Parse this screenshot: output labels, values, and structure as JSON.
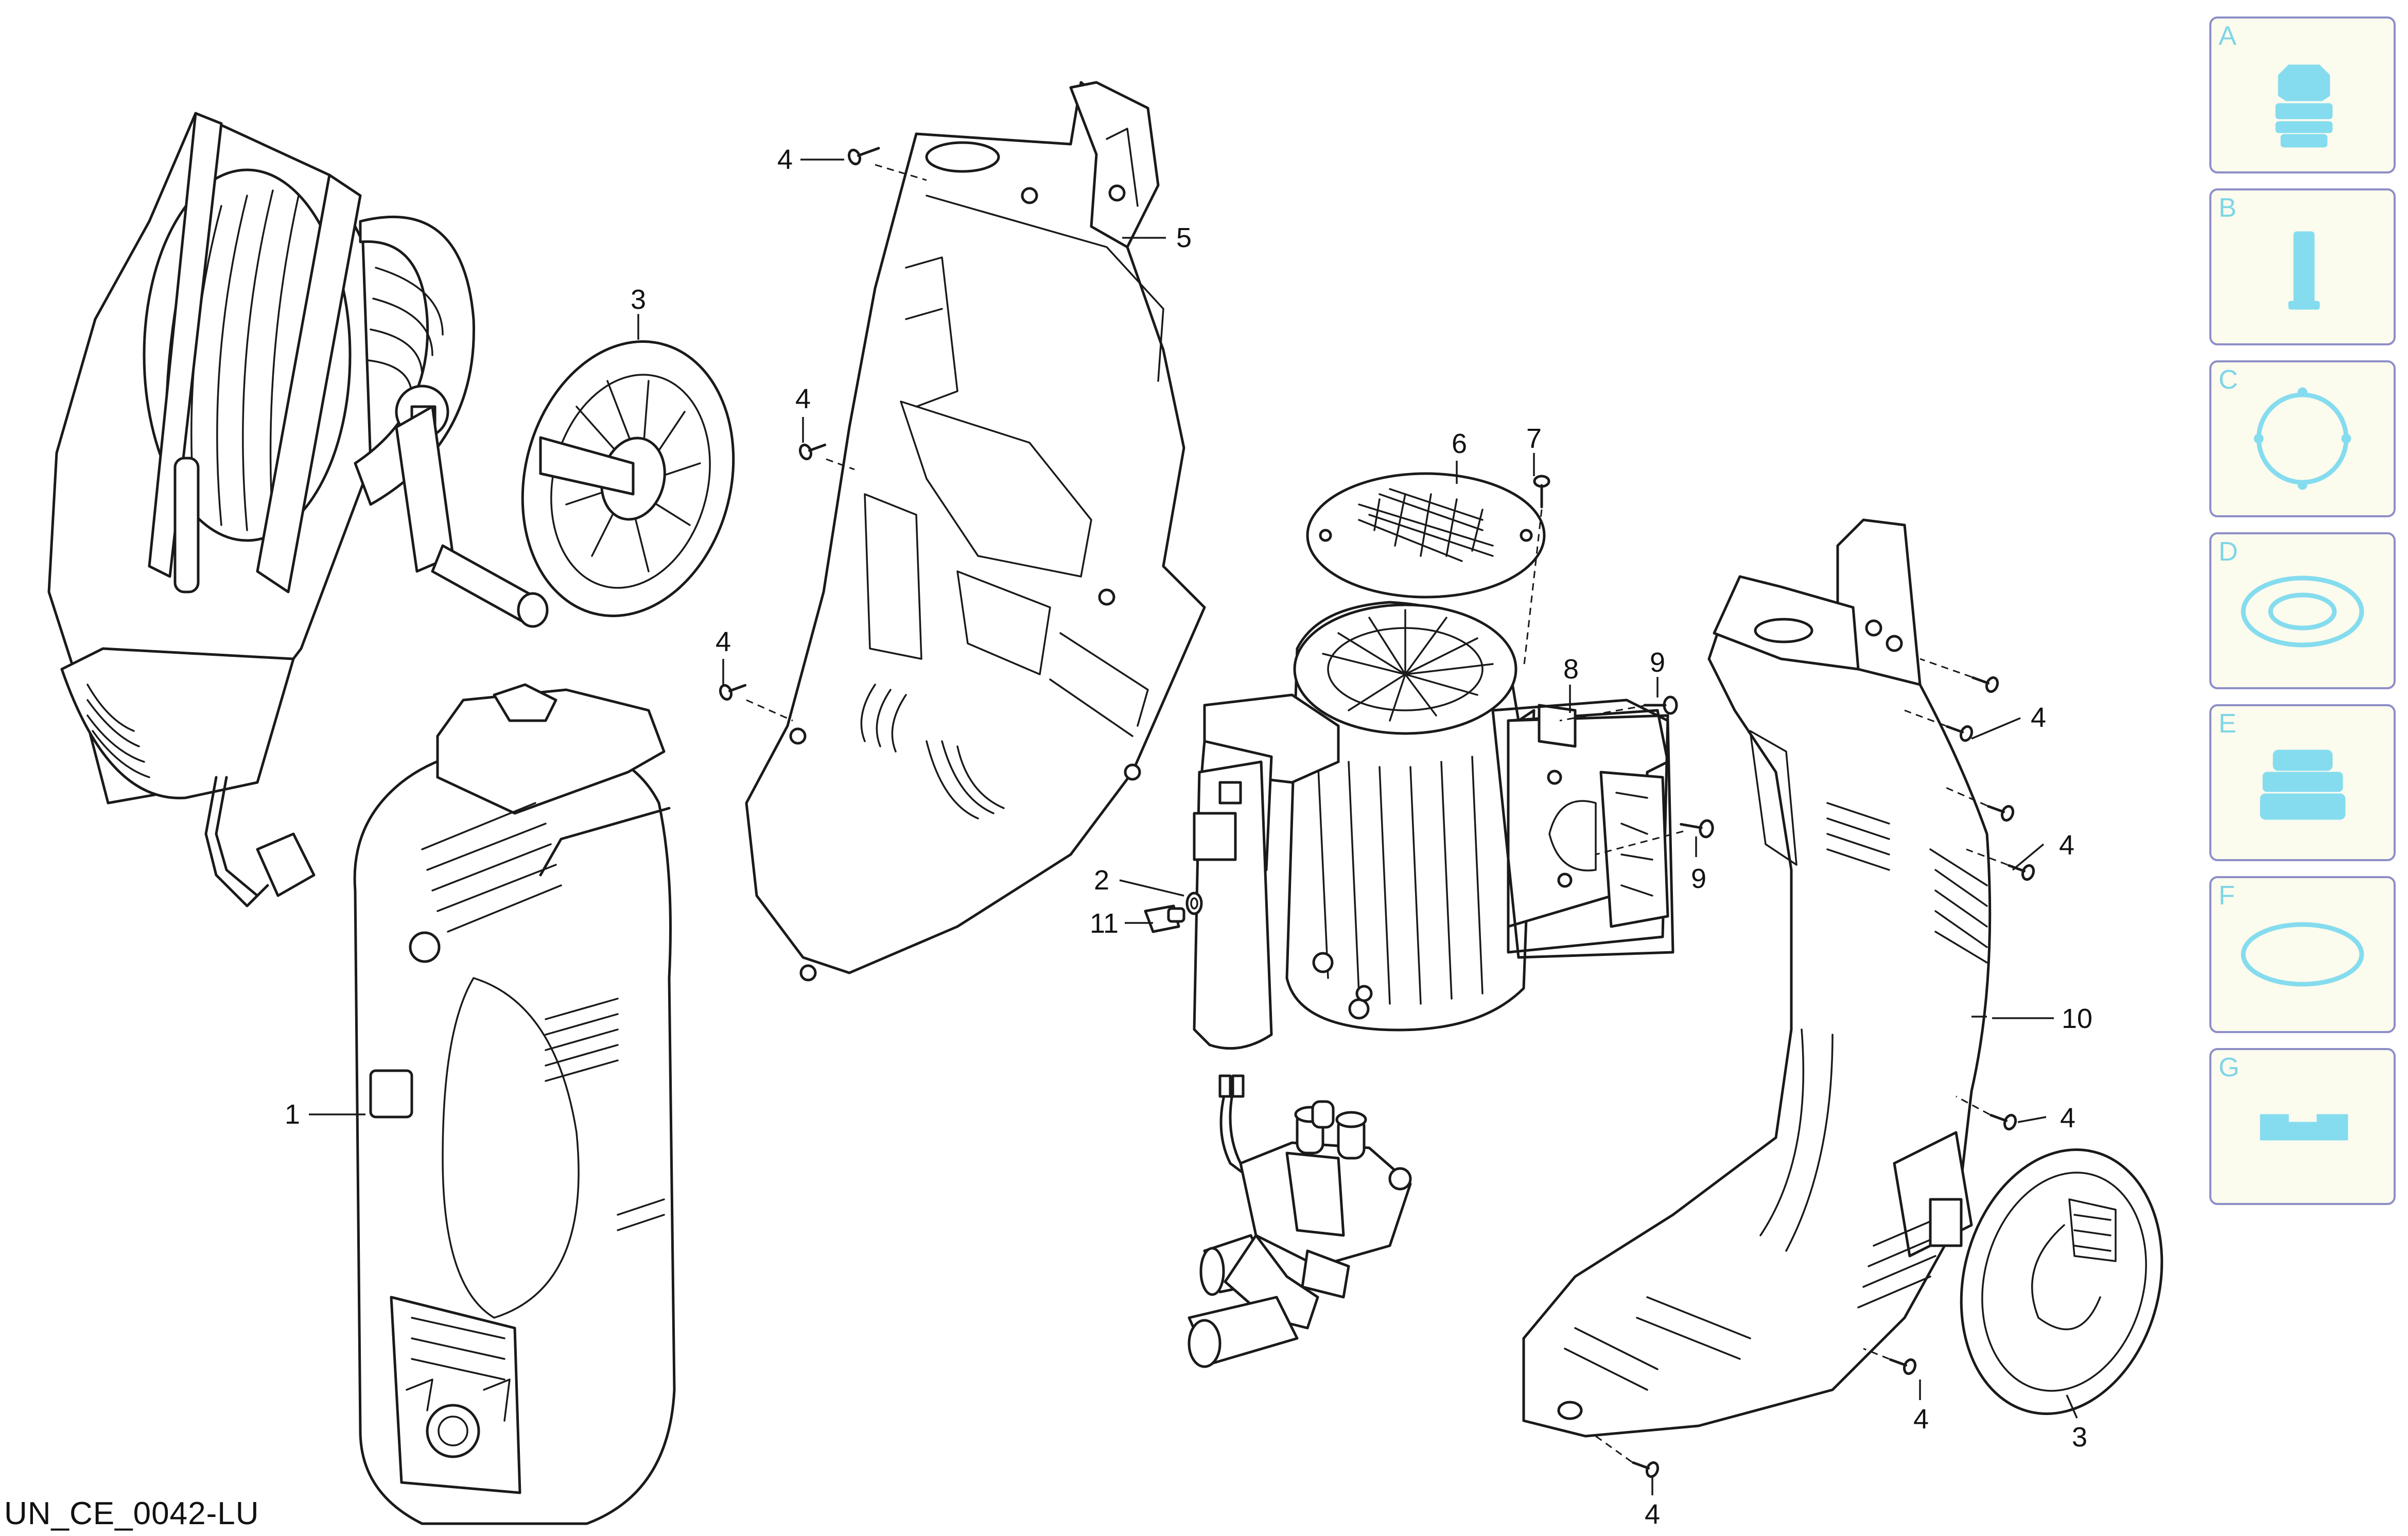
{
  "diagram_id": "UN_CE_0042-LU",
  "callouts": {
    "c1": "1",
    "c2": "2",
    "c3a": "3",
    "c3b": "3",
    "c4a": "4",
    "c4b": "4",
    "c4c": "4",
    "c4d": "4",
    "c4e": "4",
    "c4f": "4",
    "c4g": "4",
    "c4h": "4",
    "c5": "5",
    "c6": "6",
    "c7": "7",
    "c8": "8",
    "c9a": "9",
    "c9b": "9",
    "c10": "10",
    "c11": "11"
  },
  "palette": [
    {
      "letter": "A",
      "icon": "nozzle-adapter-icon"
    },
    {
      "letter": "B",
      "icon": "pin-icon"
    },
    {
      "letter": "C",
      "icon": "ring-gasket-icon"
    },
    {
      "letter": "D",
      "icon": "flat-washer-icon"
    },
    {
      "letter": "E",
      "icon": "cylinder-seal-icon"
    },
    {
      "letter": "F",
      "icon": "o-ring-icon"
    },
    {
      "letter": "G",
      "icon": "block-icon"
    }
  ]
}
